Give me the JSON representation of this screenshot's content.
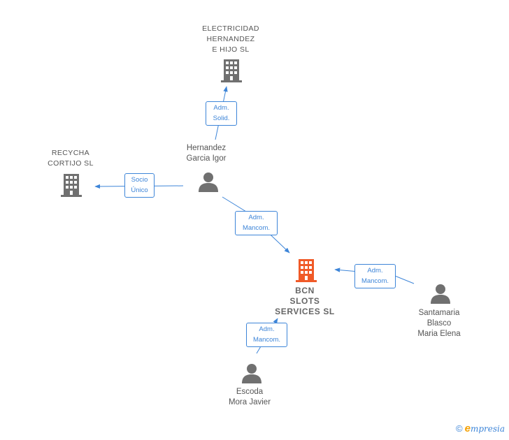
{
  "nodes": {
    "electricidad": {
      "label": "ELECTRICIDAD\nHERNANDEZ\nE HIJO SL",
      "type": "company"
    },
    "recycha": {
      "label": "RECYCHA\nCORTIJO  SL",
      "type": "company"
    },
    "bcn": {
      "label": "BCN\nSLOTS\nSERVICES  SL",
      "type": "company-main"
    },
    "hernandez": {
      "label": "Hernandez\nGarcia Igor",
      "type": "person"
    },
    "santamaria": {
      "label": "Santamaria\nBlasco\nMaria Elena",
      "type": "person"
    },
    "escoda": {
      "label": "Escoda\nMora Javier",
      "type": "person"
    }
  },
  "edges": {
    "hernandez_electricidad": {
      "label": "Adm.\nSolid."
    },
    "hernandez_recycha": {
      "label": "Socio\nÚnico"
    },
    "hernandez_bcn": {
      "label": "Adm.\nMancom."
    },
    "santamaria_bcn": {
      "label": "Adm.\nMancom."
    },
    "escoda_bcn": {
      "label": "Adm.\nMancom."
    }
  },
  "colors": {
    "company": "#707070",
    "main_company": "#f05a28",
    "person": "#707070",
    "edge": "#3d85d8"
  },
  "icons": {
    "company": "building-icon",
    "person": "person-icon"
  },
  "footer": {
    "copyright": "©",
    "brand_initial": "e",
    "brand_rest": "mpresia"
  }
}
